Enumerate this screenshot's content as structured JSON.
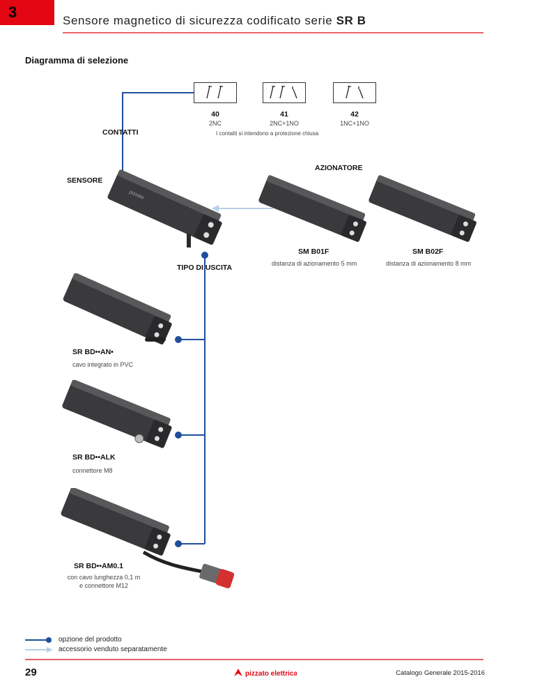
{
  "header": {
    "chapter": "3",
    "title_prefix": "Sensore magnetico di sicurezza codificato serie ",
    "title_bold": "SR B"
  },
  "section_title": "Diagramma di selezione",
  "contatti": {
    "label": "CONTATTI",
    "note": "I contatti si intendono a protezione chiusa",
    "options": [
      {
        "code": "40",
        "desc": "2NC"
      },
      {
        "code": "41",
        "desc": "2NC+1NO"
      },
      {
        "code": "42",
        "desc": "1NC+1NO"
      }
    ]
  },
  "sensore": {
    "label": "SENSORE"
  },
  "azionatore": {
    "label": "AZIONATORE",
    "items": [
      {
        "code": "SM B01F",
        "desc": "distanza di azionamento 5 mm"
      },
      {
        "code": "SM B02F",
        "desc": "distanza di azionamento 8 mm"
      }
    ]
  },
  "uscita": {
    "label": "TIPO DI USCITA",
    "items": [
      {
        "code": "SR BD••AN•",
        "desc": "cavo integrato in PVC"
      },
      {
        "code": "SR BD••ALK",
        "desc": "connettore M8"
      },
      {
        "code": "SR BD••AM0.1",
        "desc": "con cavo lunghezza 0,1 m",
        "desc2": "e connettore M12"
      }
    ]
  },
  "legend": {
    "option": "opzione del prodotto",
    "accessory": "accessorio venduto separatamente"
  },
  "footer": {
    "page": "29",
    "brand": "pizzato elettrica",
    "catalog": "Catalogo Generale 2015-2016"
  },
  "colors": {
    "accent_red": "#e30613",
    "line_blue": "#1f4e9b",
    "arrow_light": "#b9d0e6"
  }
}
